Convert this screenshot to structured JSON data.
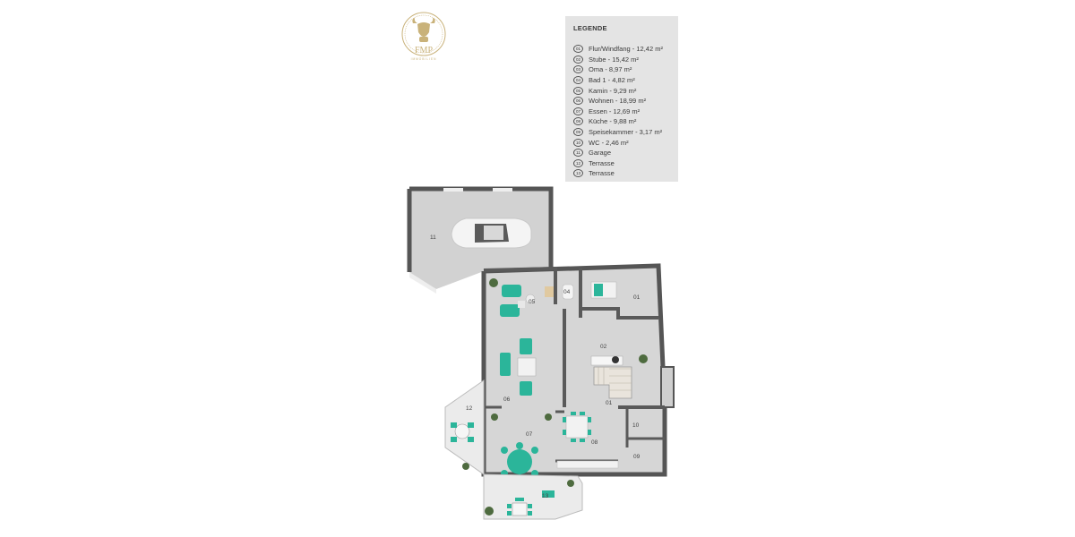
{
  "logo": {
    "text": "FMP",
    "subtext": "IMMOBILIEN",
    "icon": "bull-crest-icon",
    "color": "#c9b27a"
  },
  "legend": {
    "title": "LEGENDE",
    "items": [
      {
        "num": "01",
        "label": "Flur/Windfang - 12,42 m²"
      },
      {
        "num": "02",
        "label": "Stube - 15,42 m²"
      },
      {
        "num": "03",
        "label": "Oma - 8,97 m²"
      },
      {
        "num": "04",
        "label": "Bad 1 - 4,82 m²"
      },
      {
        "num": "05",
        "label": "Kamin - 9,29 m²"
      },
      {
        "num": "06",
        "label": "Wohnen - 18,99 m²"
      },
      {
        "num": "07",
        "label": "Essen - 12,69 m²"
      },
      {
        "num": "08",
        "label": "Küche - 9,88 m²"
      },
      {
        "num": "09",
        "label": "Speisekammer - 3,17 m²"
      },
      {
        "num": "10",
        "label": "WC - 2,46 m²"
      },
      {
        "num": "11",
        "label": "Garage"
      },
      {
        "num": "12",
        "label": "Terrasse"
      },
      {
        "num": "13",
        "label": "Terrasse"
      }
    ]
  },
  "plan_labels": {
    "r01": "01",
    "r01b": "01",
    "r02": "02",
    "r04": "04",
    "r05": "05",
    "r06": "06",
    "r07": "07",
    "r08": "08",
    "r09": "09",
    "r10": "10",
    "r11": "11",
    "r12": "12",
    "r13": "13"
  },
  "colors": {
    "wall": "#555555",
    "floor": "#d4d4d4",
    "terrace": "#ececec",
    "furniture_accent": "#2bb59a"
  }
}
